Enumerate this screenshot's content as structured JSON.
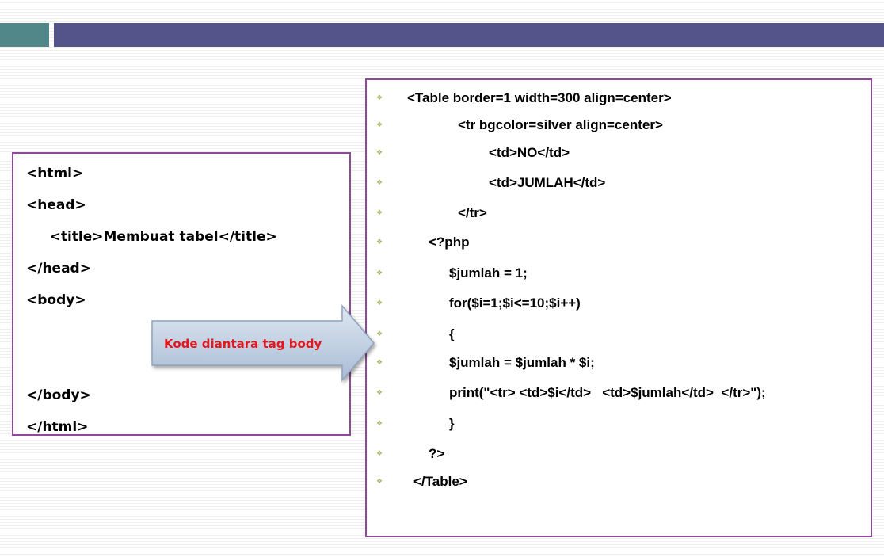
{
  "left_code": {
    "lines": [
      "<html>",
      "<head>",
      "     <title>Membuat tabel</title>",
      "</head>",
      "<body>",
      "</body>",
      "</html>"
    ]
  },
  "arrow": {
    "label": "Kode diantara tag body"
  },
  "right_code": {
    "bullet_glyph": "❖",
    "lines": [
      "<Table border=1 width=300 align=center>",
      "<tr bgcolor=silver align=center>",
      "<td>NO</td>",
      "<td>JUMLAH</td>",
      "</tr>",
      "<?php",
      "$jumlah = 1;",
      "for($i=1;$i<=10;$i++)",
      "{",
      "$jumlah = $jumlah * $i;",
      "print(\"<tr> <td>$i</td>   <td>$jumlah</td>  </tr>\");",
      "}",
      "?>",
      "</Table>"
    ]
  },
  "colors": {
    "teal_bar": "#52878a",
    "navy_bar": "#54548a",
    "box_border": "#8e4a9a",
    "arrow_label": "#e8141c",
    "bullet": "#a9b86a"
  }
}
